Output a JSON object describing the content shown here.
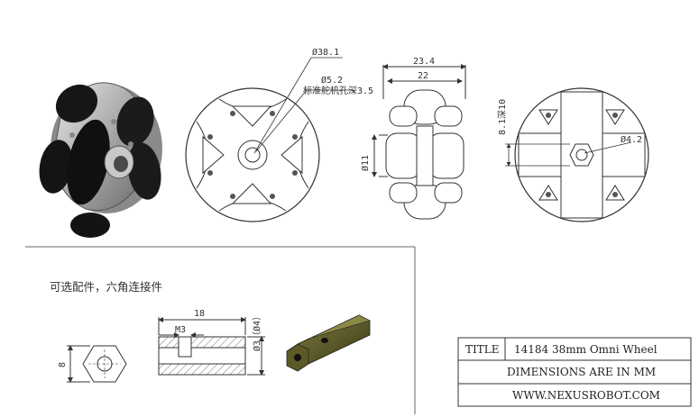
{
  "dimensions": {
    "outer_diameter": "Ø38.1",
    "bore_diameter": "Ø5.2",
    "servo_hole_note": "标准舵机孔深3.5",
    "overall_width": "23.4",
    "hub_width": "22",
    "hub_diameter": "Ø11",
    "hex_depth": "8.1深10",
    "hex_bore": "Ø4.2"
  },
  "optional_parts": {
    "heading": "可选配件，六角连接件",
    "hex_width": "8",
    "length": "18",
    "thread": "M3",
    "hole_diameter": "Ø3（Ø4）"
  },
  "title_block": {
    "title_label": "TITLE",
    "title_value": "14184 38mm Omni Wheel",
    "dimensions_note": "DIMENSIONS ARE IN MM",
    "website": "WWW.NEXUSROBOT.COM"
  }
}
